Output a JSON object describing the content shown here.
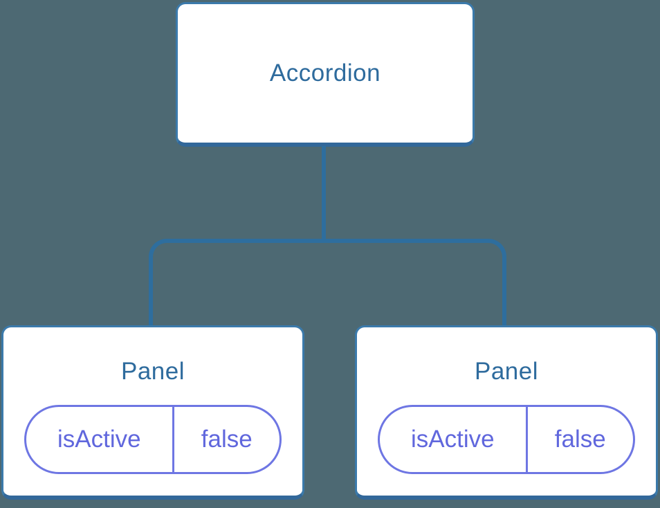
{
  "diagram": {
    "description": "React component tree diagram: Accordion parent with two Panel children, each holding local isActive state",
    "colors": {
      "background": "#4d6973",
      "node_fill": "#ffffff",
      "node_border": "#3b7aab",
      "node_border_bottom": "#32689a",
      "connector": "#2e6e9e",
      "node_text": "#2e6b9d",
      "state_pill": "#6e76e3",
      "state_text": "#6067dd"
    },
    "tree": {
      "root": {
        "label": "Accordion"
      },
      "children": [
        {
          "label": "Panel",
          "state": {
            "key": "isActive",
            "value": "false"
          }
        },
        {
          "label": "Panel",
          "state": {
            "key": "isActive",
            "value": "false"
          }
        }
      ]
    }
  }
}
